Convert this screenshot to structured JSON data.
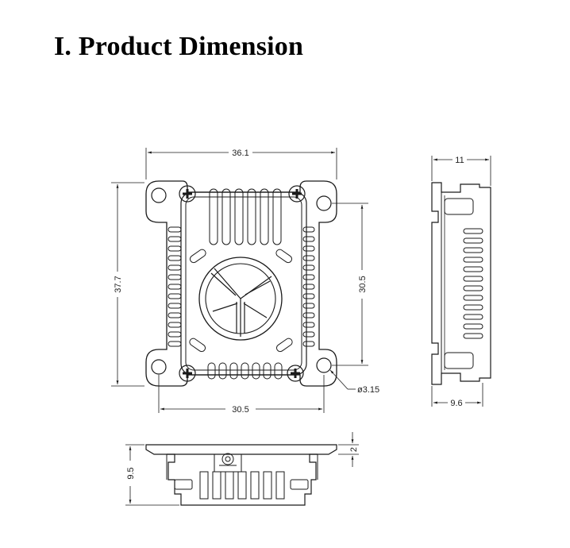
{
  "title": "I. Product Dimension",
  "dimensions": {
    "top_width": "36.1",
    "left_height": "37.7",
    "hole_spacing_v": "30.5",
    "hole_spacing_h": "30.5",
    "hole_diameter": "ø3.15",
    "side_top_width": "11",
    "side_bottom_width": "9.6",
    "bottom_height": "9.5",
    "bottom_plate": "2"
  }
}
